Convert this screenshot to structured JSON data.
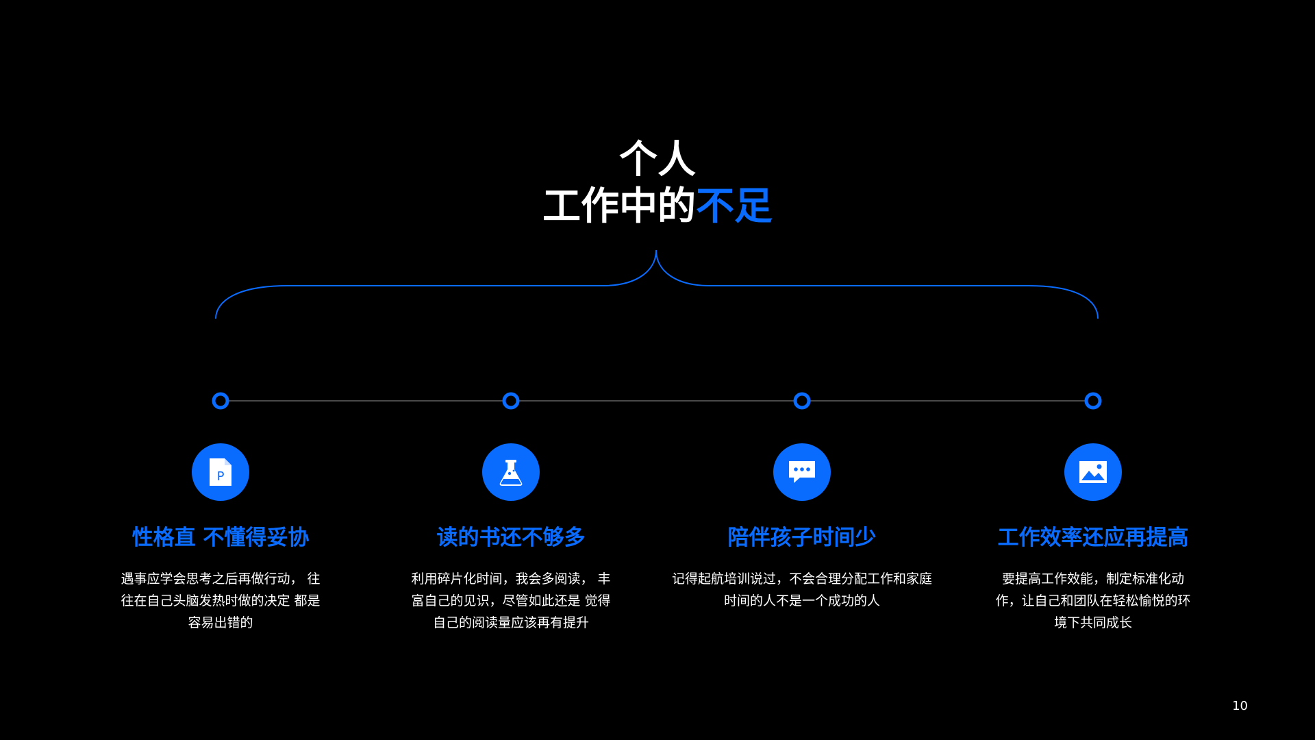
{
  "title": {
    "line1": "个人",
    "line2_prefix": "工作中的",
    "line2_accent": "不足"
  },
  "accent_color": "#0a6cff",
  "items": [
    {
      "icon": "powerpoint-file-icon",
      "icon_letter": "P",
      "heading": "性格直 不懂得妥协",
      "desc": "遇事应学会思考之后再做行动， 往往在自己头脑发热时做的决定 都是容易出错的"
    },
    {
      "icon": "flask-icon",
      "heading": "读的书还不够多",
      "desc": "利用碎片化时间，我会多阅读， 丰富自己的见识，尽管如此还是 觉得自己的阅读量应该再有提升"
    },
    {
      "icon": "chat-bubble-icon",
      "heading": "陪伴孩子时间少",
      "desc": "记得起航培训说过，不会合理分配工作和家庭时间的人不是一个成功的人"
    },
    {
      "icon": "image-icon",
      "heading": "工作效率还应再提高",
      "desc": "要提高工作效能，制定标准化动作，让自己和团队在轻松愉悦的环境下共同成长"
    }
  ],
  "page_number": "10"
}
